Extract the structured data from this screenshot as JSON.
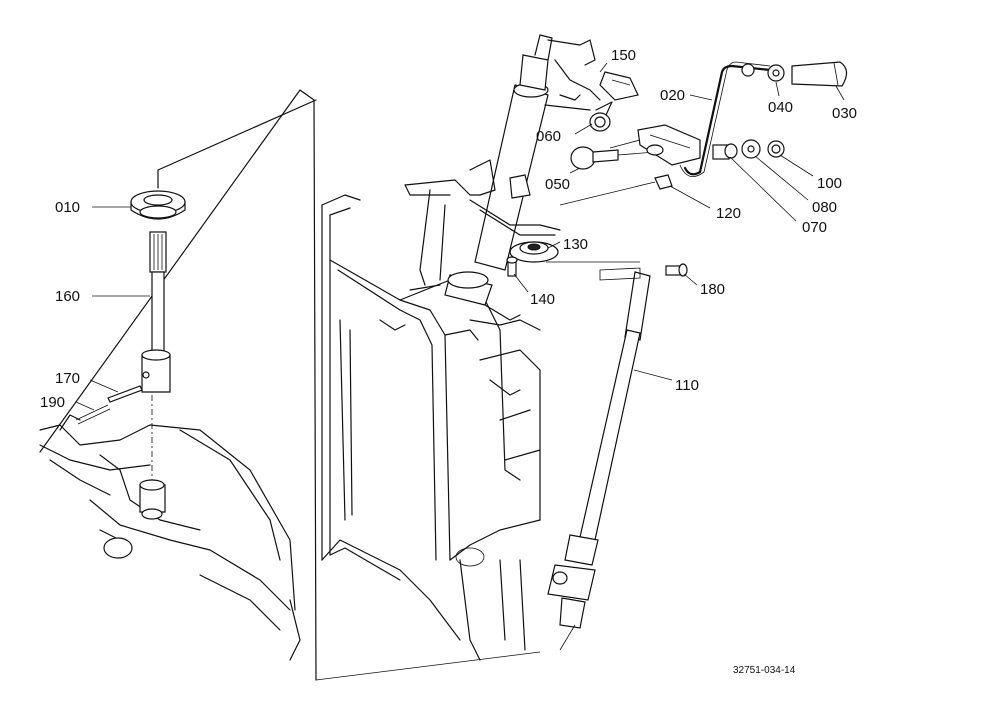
{
  "callouts": [
    {
      "id": "010",
      "text": "010"
    },
    {
      "id": "020",
      "text": "020"
    },
    {
      "id": "030",
      "text": "030"
    },
    {
      "id": "040",
      "text": "040"
    },
    {
      "id": "050",
      "text": "050"
    },
    {
      "id": "060",
      "text": "060"
    },
    {
      "id": "070",
      "text": "070"
    },
    {
      "id": "080",
      "text": "080"
    },
    {
      "id": "100",
      "text": "100"
    },
    {
      "id": "110",
      "text": "110"
    },
    {
      "id": "120",
      "text": "120"
    },
    {
      "id": "130",
      "text": "130"
    },
    {
      "id": "140",
      "text": "140"
    },
    {
      "id": "150",
      "text": "150"
    },
    {
      "id": "160",
      "text": "160"
    },
    {
      "id": "170",
      "text": "170"
    },
    {
      "id": "180",
      "text": "180"
    },
    {
      "id": "190",
      "text": "190"
    }
  ],
  "reference_code": "32751-034-14"
}
